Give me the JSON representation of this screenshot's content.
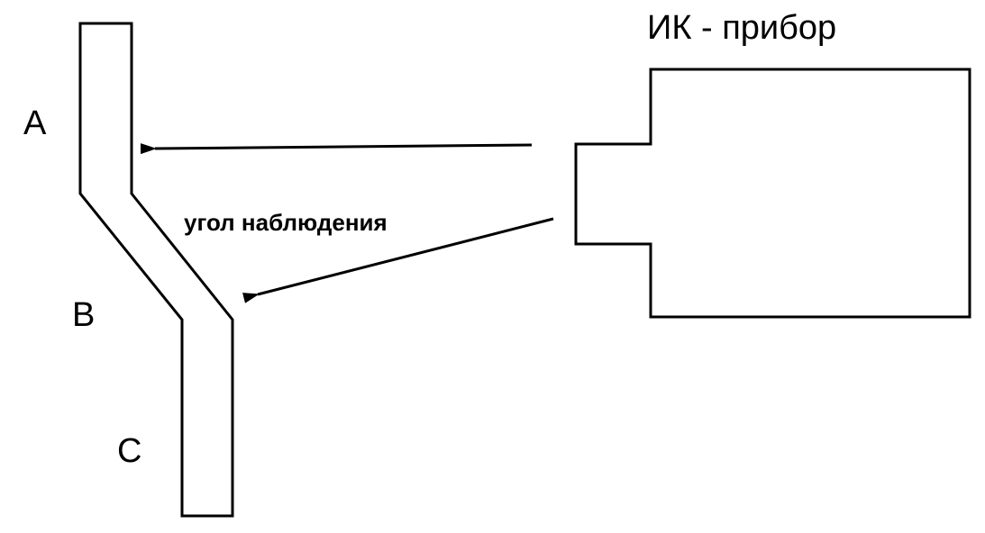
{
  "labels": {
    "device": "ИК - прибор",
    "point_a": "A",
    "point_b": "B",
    "point_c": "C",
    "observation_angle": "угол наблюдения"
  },
  "colors": {
    "stroke": "#000000",
    "background": "#ffffff"
  }
}
